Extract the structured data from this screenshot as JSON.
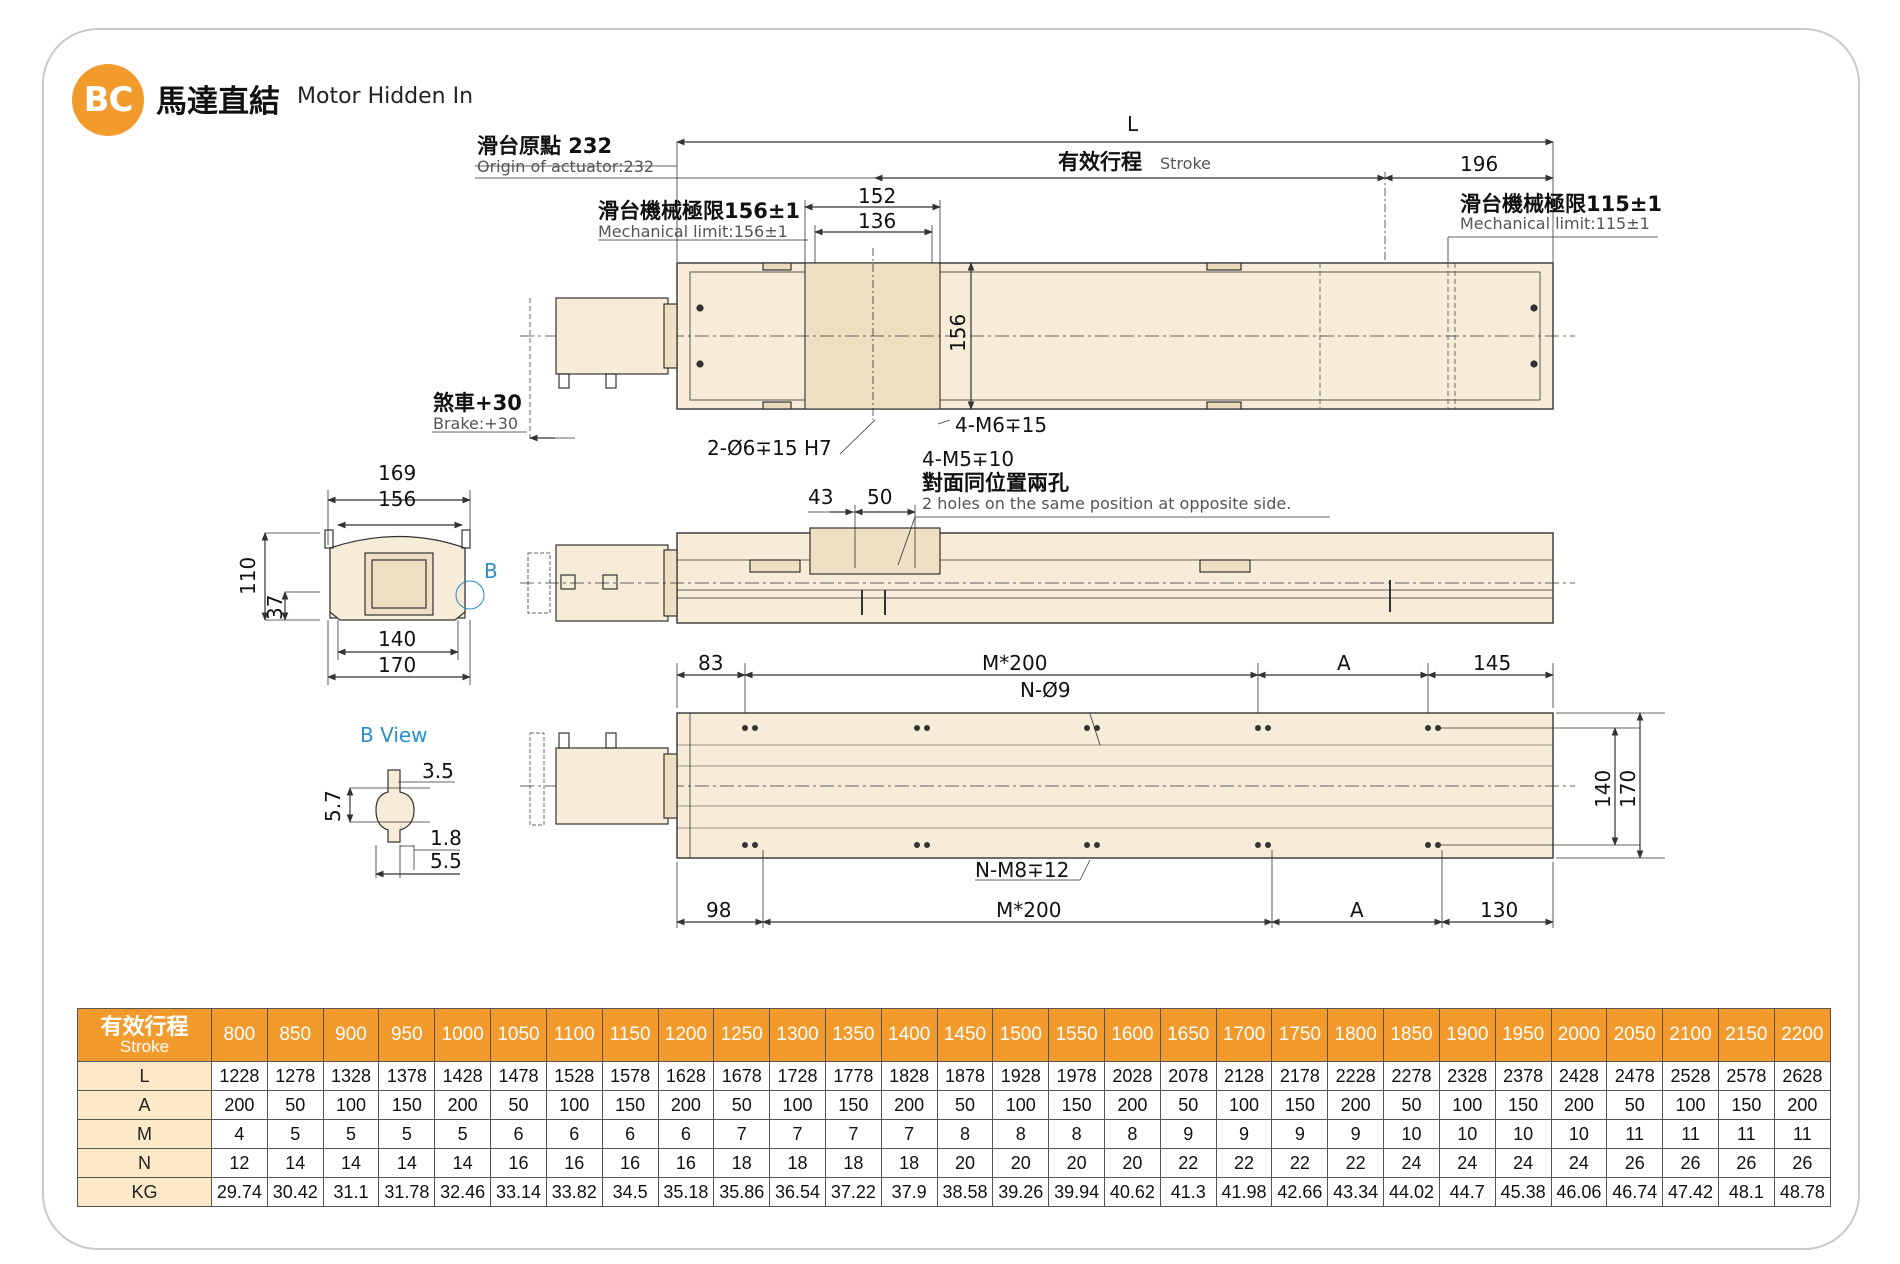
{
  "header": {
    "badge": "BC",
    "title_cn": "馬達直結",
    "title_en": "Motor Hidden In"
  },
  "top_view": {
    "L": "L",
    "origin_cn": "滑台原點 232",
    "origin_en": "Origin of actuator:232",
    "stroke_cn": "有效行程",
    "stroke_en": "Stroke",
    "dim_196": "196",
    "mech_left_cn": "滑台機械極限156±1",
    "mech_left_en": "Mechanical limit:156±1",
    "mech_right_cn": "滑台機械極限115±1",
    "mech_right_en": "Mechanical limit:115±1",
    "dim_152": "152",
    "dim_136": "136",
    "dim_156": "156",
    "brake_cn": "煞車+30",
    "brake_en": "Brake:+30",
    "dowel": "2-Ø6∓15 H7",
    "m6": "4-M6∓15"
  },
  "side_view": {
    "m5": "4-M5∓10",
    "opposite_cn": "對面同位置兩孔",
    "opposite_en": "2 holes on the same position at opposite side.",
    "dim_43": "43",
    "dim_50": "50"
  },
  "end_view": {
    "dim_169": "169",
    "dim_156": "156",
    "dim_110": "110",
    "dim_37": "37",
    "dim_140": "140",
    "dim_170": "170",
    "b_label": "B"
  },
  "b_view": {
    "title": "B View",
    "dim_35": "3.5",
    "dim_57": "5.7",
    "dim_18": "1.8",
    "dim_55": "5.5"
  },
  "bottom_view": {
    "dim_83": "83",
    "m200_top": "M*200",
    "a_top": "A",
    "dim_145": "145",
    "n_d9": "N-Ø9",
    "dim_140": "140",
    "dim_170": "170",
    "n_m8": "N-M8∓12",
    "dim_98": "98",
    "m200_bot": "M*200",
    "a_bot": "A",
    "dim_130": "130"
  },
  "spec_table": {
    "header_cn": "有效行程",
    "header_en": "Stroke",
    "strokes": [
      "800",
      "850",
      "900",
      "950",
      "1000",
      "1050",
      "1100",
      "1150",
      "1200",
      "1250",
      "1300",
      "1350",
      "1400",
      "1450",
      "1500",
      "1550",
      "1600",
      "1650",
      "1700",
      "1750",
      "1800",
      "1850",
      "1900",
      "1950",
      "2000",
      "2050",
      "2100",
      "2150",
      "2200"
    ],
    "rows": [
      {
        "label": "L",
        "values": [
          "1228",
          "1278",
          "1328",
          "1378",
          "1428",
          "1478",
          "1528",
          "1578",
          "1628",
          "1678",
          "1728",
          "1778",
          "1828",
          "1878",
          "1928",
          "1978",
          "2028",
          "2078",
          "2128",
          "2178",
          "2228",
          "2278",
          "2328",
          "2378",
          "2428",
          "2478",
          "2528",
          "2578",
          "2628"
        ]
      },
      {
        "label": "A",
        "values": [
          "200",
          "50",
          "100",
          "150",
          "200",
          "50",
          "100",
          "150",
          "200",
          "50",
          "100",
          "150",
          "200",
          "50",
          "100",
          "150",
          "200",
          "50",
          "100",
          "150",
          "200",
          "50",
          "100",
          "150",
          "200",
          "50",
          "100",
          "150",
          "200"
        ]
      },
      {
        "label": "M",
        "values": [
          "4",
          "5",
          "5",
          "5",
          "5",
          "6",
          "6",
          "6",
          "6",
          "7",
          "7",
          "7",
          "7",
          "8",
          "8",
          "8",
          "8",
          "9",
          "9",
          "9",
          "9",
          "10",
          "10",
          "10",
          "10",
          "11",
          "11",
          "11",
          "11"
        ]
      },
      {
        "label": "N",
        "values": [
          "12",
          "14",
          "14",
          "14",
          "14",
          "16",
          "16",
          "16",
          "16",
          "18",
          "18",
          "18",
          "18",
          "20",
          "20",
          "20",
          "20",
          "22",
          "22",
          "22",
          "22",
          "24",
          "24",
          "24",
          "24",
          "26",
          "26",
          "26",
          "26"
        ]
      },
      {
        "label": "KG",
        "values": [
          "29.74",
          "30.42",
          "31.1",
          "31.78",
          "32.46",
          "33.14",
          "33.82",
          "34.5",
          "35.18",
          "35.86",
          "36.54",
          "37.22",
          "37.9",
          "38.58",
          "39.26",
          "39.94",
          "40.62",
          "41.3",
          "41.98",
          "42.66",
          "43.34",
          "44.02",
          "44.7",
          "45.38",
          "46.06",
          "46.74",
          "47.42",
          "48.1",
          "48.78"
        ]
      }
    ]
  },
  "colors": {
    "accent": "#f39a2c",
    "body_fill": "#f7ecd8",
    "header_row": "#fde9c8",
    "b_blue": "#2a8fc7"
  }
}
